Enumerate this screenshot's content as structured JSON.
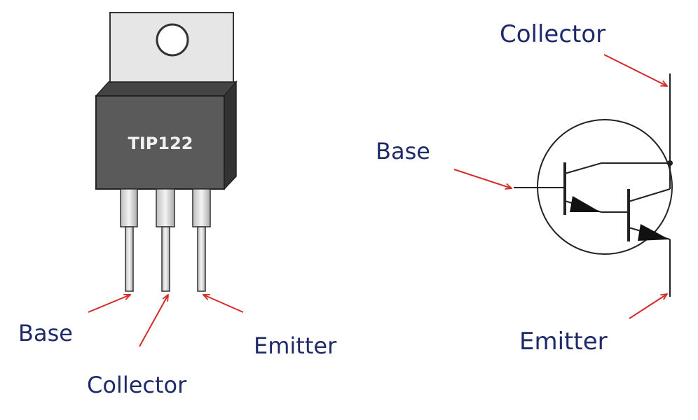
{
  "package": {
    "part_number": "TIP122",
    "labels": {
      "base": "Base",
      "collector": "Collector",
      "emitter": "Emitter"
    }
  },
  "symbol": {
    "labels": {
      "base": "Base",
      "collector": "Collector",
      "emitter": "Emitter"
    }
  },
  "colors": {
    "label_text": "#1f2a6b",
    "arrow": "#d42a2a",
    "package_body": "#5a5a5a",
    "heatsink_tab": "#e6e6e6",
    "outline": "#222222"
  }
}
